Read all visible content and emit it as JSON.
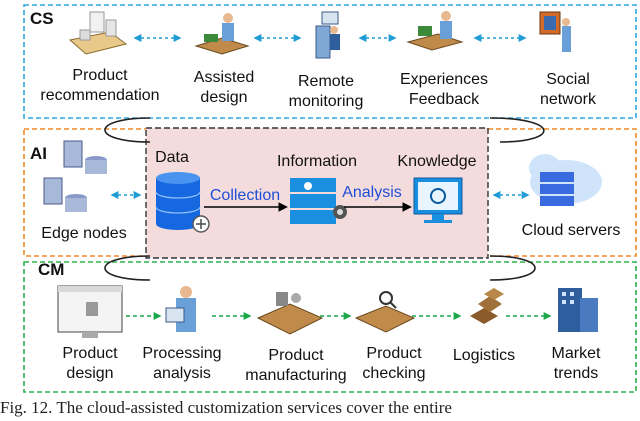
{
  "sections": {
    "cs": "CS",
    "ai": "AI",
    "cm": "CM"
  },
  "cs_items": [
    {
      "lines": [
        "Product",
        "recommendation"
      ],
      "icon": "product-recommendation-icon"
    },
    {
      "lines": [
        "Assisted",
        "design"
      ],
      "icon": "assisted-design-icon"
    },
    {
      "lines": [
        "Remote",
        "monitoring"
      ],
      "icon": "remote-monitoring-icon"
    },
    {
      "lines": [
        "Experiences",
        "Feedback"
      ],
      "icon": "experiences-feedback-icon"
    },
    {
      "lines": [
        "Social",
        "network"
      ],
      "icon": "social-network-icon"
    }
  ],
  "ai": {
    "edge": "Edge nodes",
    "cloud": "Cloud servers",
    "data": "Data",
    "information": "Information",
    "knowledge": "Knowledge",
    "collection": "Collection",
    "analysis": "Analysis"
  },
  "cm_items": [
    {
      "lines": [
        "Product",
        "design"
      ],
      "icon": "product-design-icon"
    },
    {
      "lines": [
        "Processing",
        "analysis"
      ],
      "icon": "processing-analysis-icon"
    },
    {
      "lines": [
        "Product",
        "manufacturing"
      ],
      "icon": "product-manufacturing-icon"
    },
    {
      "lines": [
        "Product",
        "checking"
      ],
      "icon": "product-checking-icon"
    },
    {
      "lines": [
        "Logistics"
      ],
      "icon": "logistics-icon"
    },
    {
      "lines": [
        "Market",
        "trends"
      ],
      "icon": "market-trends-icon"
    }
  ],
  "caption": "Fig. 12. The cloud-assisted customization services cover the entire"
}
